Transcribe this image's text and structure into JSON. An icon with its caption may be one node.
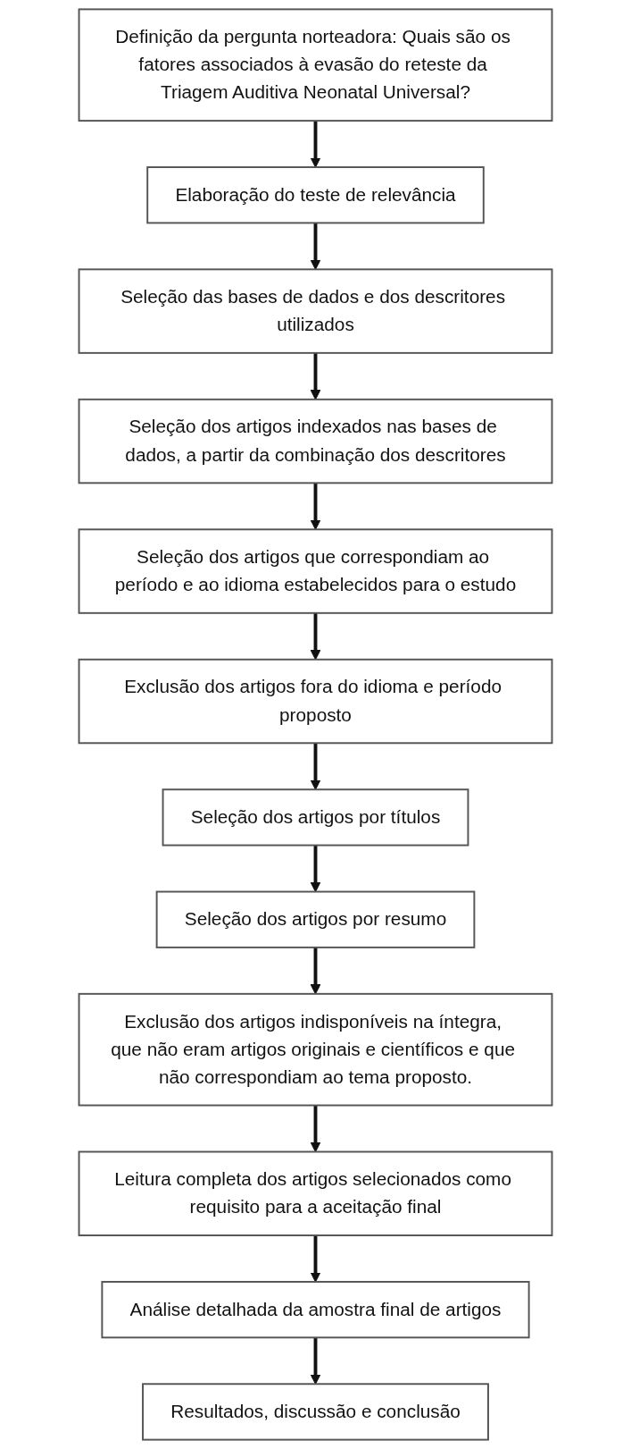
{
  "diagram": {
    "nodes": [
      {
        "text": [
          "Definição da pergunta norteadora: Quais são os fatores associados à evasão do reteste da Triagem Auditiva Neonatal Universal?"
        ]
      },
      {
        "text": [
          "Elaboração do teste de relevância"
        ]
      },
      {
        "text": [
          "Seleção das bases de dados e dos descritores utilizados"
        ]
      },
      {
        "text": [
          "Seleção dos artigos indexados nas bases de dados, a partir da combinação dos descritores"
        ]
      },
      {
        "text": [
          "Seleção dos artigos que correspondiam ao período e ao idioma estabelecidos para o estudo"
        ]
      },
      {
        "text": [
          "Exclusão dos artigos fora do idioma e período proposto"
        ]
      },
      {
        "text": [
          "Seleção dos artigos por títulos"
        ]
      },
      {
        "text": [
          "Seleção dos artigos por resumo"
        ]
      },
      {
        "text": [
          "Exclusão dos artigos indisponíveis na íntegra, que não eram artigos originais e científicos e que não correspondiam ao tema proposto."
        ]
      },
      {
        "text": [
          "Leitura completa dos artigos selecionados como requisito para a aceitação final"
        ]
      },
      {
        "text": [
          "Análise detalhada da amostra final de artigos"
        ]
      },
      {
        "text": [
          "Resultados, discussão e conclusão"
        ]
      }
    ],
    "edges": [
      {
        "from": 0,
        "to": 1,
        "arrow": "to"
      },
      {
        "from": 1,
        "to": 2,
        "arrow": "to"
      },
      {
        "from": 2,
        "to": 3,
        "arrow": "to"
      },
      {
        "from": 3,
        "to": 4,
        "arrow": "to"
      },
      {
        "from": 4,
        "to": 5,
        "arrow": "to"
      },
      {
        "from": 5,
        "to": 6,
        "arrow": "to"
      },
      {
        "from": 6,
        "to": 7,
        "arrow": "to"
      },
      {
        "from": 7,
        "to": 8,
        "arrow": "to"
      },
      {
        "from": 8,
        "to": 9,
        "arrow": "to"
      },
      {
        "from": 9,
        "to": 10,
        "arrow": "to"
      },
      {
        "from": 10,
        "to": 11,
        "arrow": "to"
      }
    ]
  }
}
